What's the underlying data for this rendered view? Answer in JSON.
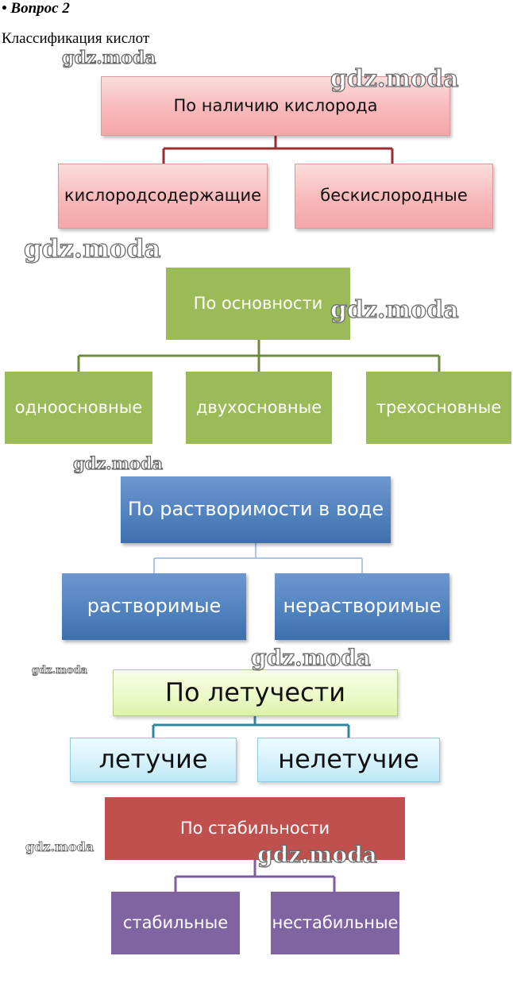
{
  "header": {
    "title": "• Вопрос 2",
    "subtitle": "Классификация кислот"
  },
  "watermark": "gdz.moda",
  "groups": [
    {
      "root": "По наличию кислорода",
      "children": [
        "кислородсодержащие",
        "бескислородные"
      ],
      "color": "#f4a7a9"
    },
    {
      "root": "По основности",
      "children": [
        "одноосновные",
        "двухосновные",
        "трехосновные"
      ],
      "color": "#9bbb59"
    },
    {
      "root": "По растворимости в воде",
      "children": [
        "растворимые",
        "нерастворимые"
      ],
      "color": "#4f81bd"
    },
    {
      "root": "По летучести",
      "children": [
        "летучие",
        "нелетучие"
      ],
      "color": "#ddf3a8"
    },
    {
      "root": "По стабильности",
      "children": [
        "стабильные",
        "нестабильные"
      ],
      "color": "#c0504d"
    }
  ]
}
